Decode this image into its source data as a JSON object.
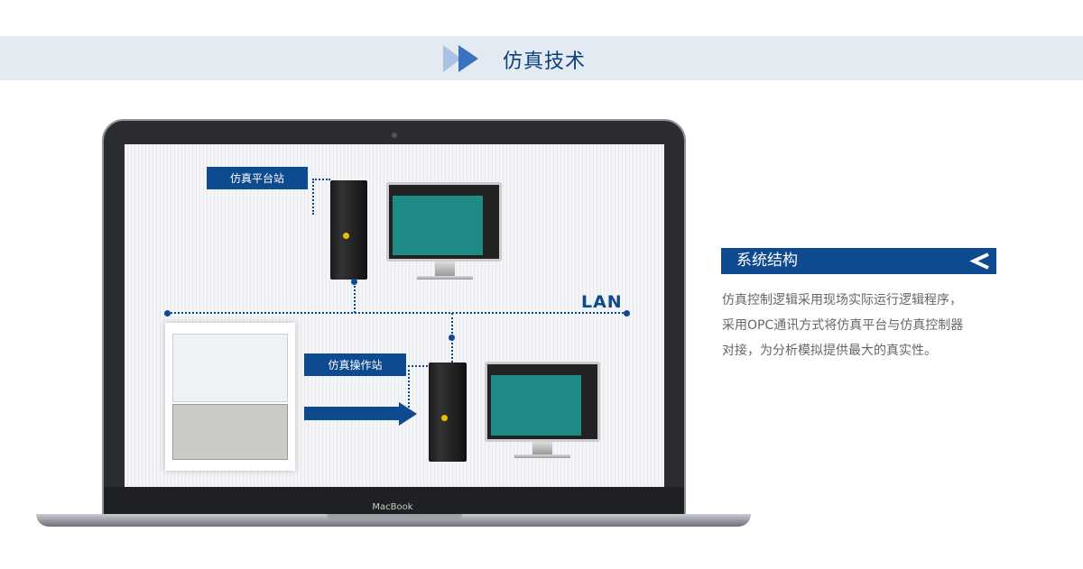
{
  "header": {
    "title": "仿真技术",
    "accent": "#0b3f7e"
  },
  "diagram": {
    "platform_station_label": "仿真平台站",
    "operator_station_label": "仿真操作站",
    "network_label": "LAN",
    "laptop_brand": "MacBook"
  },
  "system_structure": {
    "title": "系统结构",
    "lines": [
      "仿真控制逻辑采用现场实际运行逻辑程序，",
      "采用OPC通讯方式将仿真平台与仿真控制器",
      "对接，为分析模拟提供最大的真实性。"
    ]
  }
}
